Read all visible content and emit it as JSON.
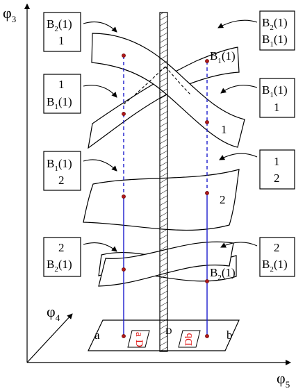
{
  "axes": {
    "vertical": {
      "base": "φ",
      "sub": "3"
    },
    "diagonal": {
      "base": "φ",
      "sub": "4"
    },
    "horizontal": {
      "base": "φ",
      "sub": "5"
    }
  },
  "left_boxes": [
    {
      "line1": {
        "base": "B",
        "sub": "2",
        "tail": "(1)"
      },
      "line2": {
        "base": "1",
        "sub": "",
        "tail": ""
      }
    },
    {
      "line1": {
        "base": "1",
        "sub": "",
        "tail": ""
      },
      "line2": {
        "base": "B",
        "sub": "1",
        "tail": "(1)"
      }
    },
    {
      "line1": {
        "base": "B",
        "sub": "1",
        "tail": "(1)"
      },
      "line2": {
        "base": "2",
        "sub": "",
        "tail": ""
      }
    },
    {
      "line1": {
        "base": "2",
        "sub": "",
        "tail": ""
      },
      "line2": {
        "base": "B",
        "sub": "2",
        "tail": "(1)"
      }
    }
  ],
  "right_boxes": [
    {
      "line1": {
        "base": "B",
        "sub": "2",
        "tail": "(1)"
      },
      "line2": {
        "base": "B",
        "sub": "1",
        "tail": "(1)"
      }
    },
    {
      "line1": {
        "base": "B",
        "sub": "1",
        "tail": "(1)"
      },
      "line2": {
        "base": "1",
        "sub": "",
        "tail": ""
      }
    },
    {
      "line1": {
        "base": "1",
        "sub": "",
        "tail": ""
      },
      "line2": {
        "base": "2",
        "sub": "",
        "tail": ""
      }
    },
    {
      "line1": {
        "base": "2",
        "sub": "",
        "tail": ""
      },
      "line2": {
        "base": "B",
        "sub": "2",
        "tail": "(1)"
      }
    }
  ],
  "sheet_labels": {
    "top_right": {
      "base": "B",
      "sub": "1",
      "tail": "(1)"
    },
    "upper_right": "1",
    "middle_right": "2",
    "lower_right": {
      "base": "B",
      "sub": "2",
      "tail": "(1)"
    }
  },
  "base_plane": {
    "left_region": "a",
    "right_region": "b",
    "wall_label": "D",
    "left_patch": {
      "char1": "a",
      "char2": "D"
    },
    "right_patch": {
      "char1": "D",
      "char2": "b"
    }
  },
  "colors": {
    "lines": "#1a1acc",
    "points": "#b01818",
    "patch_text": "#e01010"
  }
}
